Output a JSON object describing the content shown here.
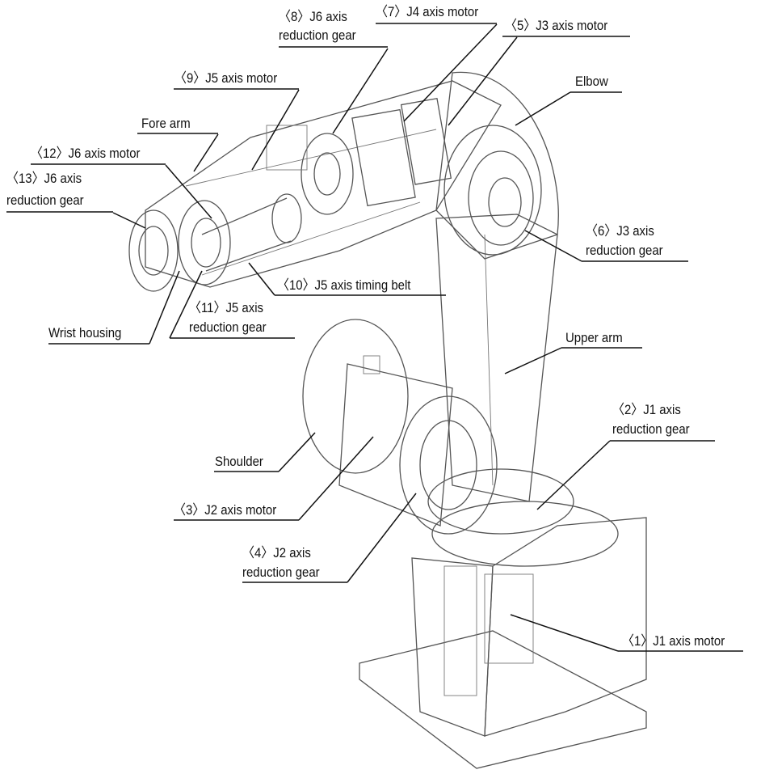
{
  "labels": {
    "j1_motor": "〈1〉J1 axis motor",
    "j1_gear_1": "〈2〉J1 axis",
    "j1_gear_2": "reduction gear",
    "j2_motor": "〈3〉J2 axis motor",
    "j2_gear_1": "〈4〉J2 axis",
    "j2_gear_2": "reduction gear",
    "j3_motor": "〈5〉J3 axis motor",
    "j3_gear_1": "〈6〉J3 axis",
    "j3_gear_2": "reduction gear",
    "j4_motor": "〈7〉J4 axis motor",
    "j6_gear8_1": "〈8〉J6 axis",
    "j6_gear8_2": "reduction gear",
    "j5_motor": "〈9〉J5 axis motor",
    "j5_belt": "〈10〉J5 axis timing belt",
    "j5_gear_1": "〈11〉J5 axis",
    "j5_gear_2": "reduction gear",
    "j6_motor": "〈12〉J6 axis motor",
    "j6_gear13_1": "〈13〉J6 axis",
    "j6_gear13_2": "reduction gear",
    "elbow": "Elbow",
    "fore_arm": "Fore arm",
    "wrist_housing": "Wrist housing",
    "upper_arm": "Upper arm",
    "shoulder": "Shoulder"
  }
}
